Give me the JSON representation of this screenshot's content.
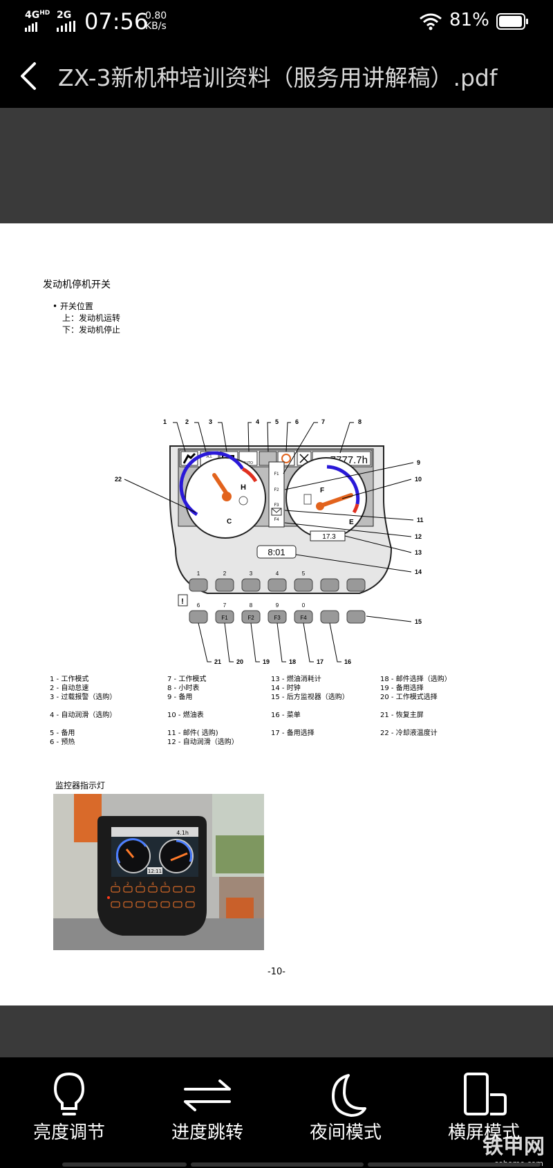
{
  "status_bar": {
    "network_1": "4G",
    "network_1_sub": "HD",
    "network_2": "2G",
    "time": "07:56",
    "speed_value": "0.80",
    "speed_unit": "KB/s",
    "battery": "81%"
  },
  "header": {
    "title": "ZX-3新机种培训资料（服务用讲解稿）.pdf"
  },
  "page": {
    "heading": "发动机停机开关",
    "bullet_title": "• 开关位置",
    "bullet_lines": [
      "上：发动机运转",
      "下：发动机停止"
    ],
    "diagram": {
      "callouts_top": [
        "1",
        "2",
        "3",
        "4",
        "5",
        "6",
        "7",
        "8"
      ],
      "callouts_right": [
        "9",
        "10",
        "11",
        "12",
        "13",
        "14",
        "15"
      ],
      "callouts_bottom": [
        "21",
        "20",
        "19",
        "18",
        "17",
        "16"
      ],
      "callout_left": "22",
      "hour_meter": "7777.7h",
      "clock": "8:01",
      "fuel_rate": "17.3",
      "gauge_left_h": "H",
      "gauge_left_c": "C",
      "gauge_right_f": "F",
      "gauge_right_e": "E",
      "side_labels": [
        "F1",
        "F2",
        "F3",
        "F4"
      ],
      "top_row_numbers": [
        "1",
        "2",
        "3",
        "4",
        "5"
      ],
      "bottom_row_numbers": [
        "6",
        "7",
        "8",
        "9",
        "0"
      ],
      "f_keys": [
        "F1",
        "F2",
        "F3",
        "F4"
      ],
      "auto_label": "AUTO",
      "ai_label": "A.I."
    },
    "legend": {
      "col1": [
        "1 - 工作模式",
        "2 - 自动怠速",
        "3 - 过载报警（选购）",
        "",
        "4 - 自动润滑（选购）",
        "",
        "5 - 备用",
        "6 - 预热"
      ],
      "col2": [
        "7 - 工作模式",
        "8 - 小时表",
        "9 - 备用",
        "",
        "10 - 燃油表",
        "",
        "11 - 邮件( 选购)",
        "12 - 自动润滑（选购）"
      ],
      "col3": [
        "13 - 燃油消耗计",
        "14 - 时钟",
        "15 - 后方监视器（选购）",
        "",
        "16 - 菜单",
        "",
        "17 - 备用选择",
        ""
      ],
      "col4": [
        "18 - 邮件选择（选购）",
        "19 - 备用选择",
        " 20 - 工作模式选择",
        "",
        "21 - 恢复主屏",
        "",
        "22 -  冷却液温度计",
        ""
      ]
    },
    "photo_caption": "监控器指示灯",
    "photo_readout": "4.1h",
    "photo_clock": "12:11",
    "page_number": "-10-"
  },
  "toolbar": {
    "items": [
      {
        "label": "亮度调节",
        "icon": "lightbulb-icon"
      },
      {
        "label": "进度跳转",
        "icon": "swap-arrows-icon"
      },
      {
        "label": "夜间模式",
        "icon": "moon-icon"
      },
      {
        "label": "横屏模式",
        "icon": "rotate-phone-icon"
      }
    ]
  },
  "watermark": {
    "text": "铁甲网",
    "sub": "cehome.com"
  },
  "colors": {
    "accent_orange": "#e2631d",
    "gauge_blue": "#2a19d8",
    "gauge_red": "#e0301f",
    "band_gray": "#3a3a3a"
  }
}
